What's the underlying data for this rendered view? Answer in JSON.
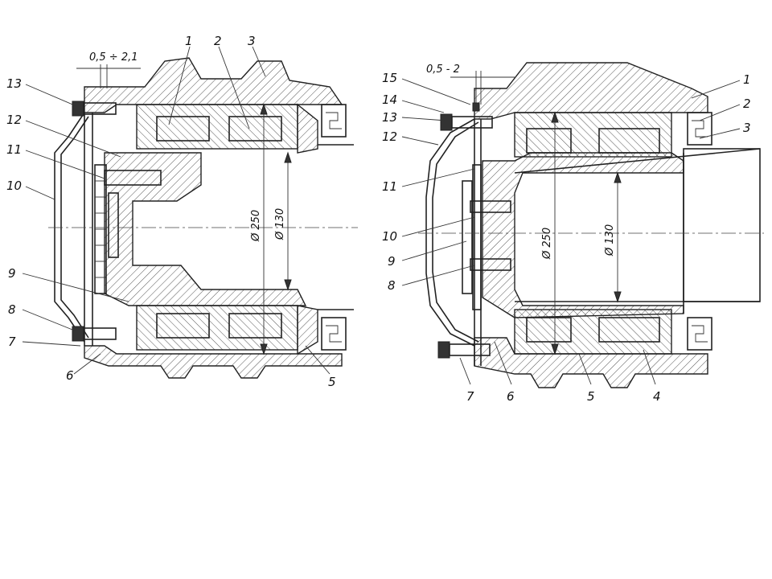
{
  "left_view": {
    "labels": [
      "1",
      "2",
      "3",
      "5",
      "6",
      "7",
      "8",
      "9",
      "10",
      "11",
      "12",
      "13"
    ],
    "clearance": "0,5 ÷ 2,1",
    "dia_outer": "Ø 250",
    "dia_inner": "Ø 130"
  },
  "right_view": {
    "labels": [
      "1",
      "2",
      "3",
      "4",
      "5",
      "6",
      "7",
      "8",
      "9",
      "10",
      "11",
      "12",
      "13",
      "14",
      "15"
    ],
    "clearance": "0,5 - 2",
    "dia_outer": "Ø 250",
    "dia_inner": "Ø 130"
  }
}
